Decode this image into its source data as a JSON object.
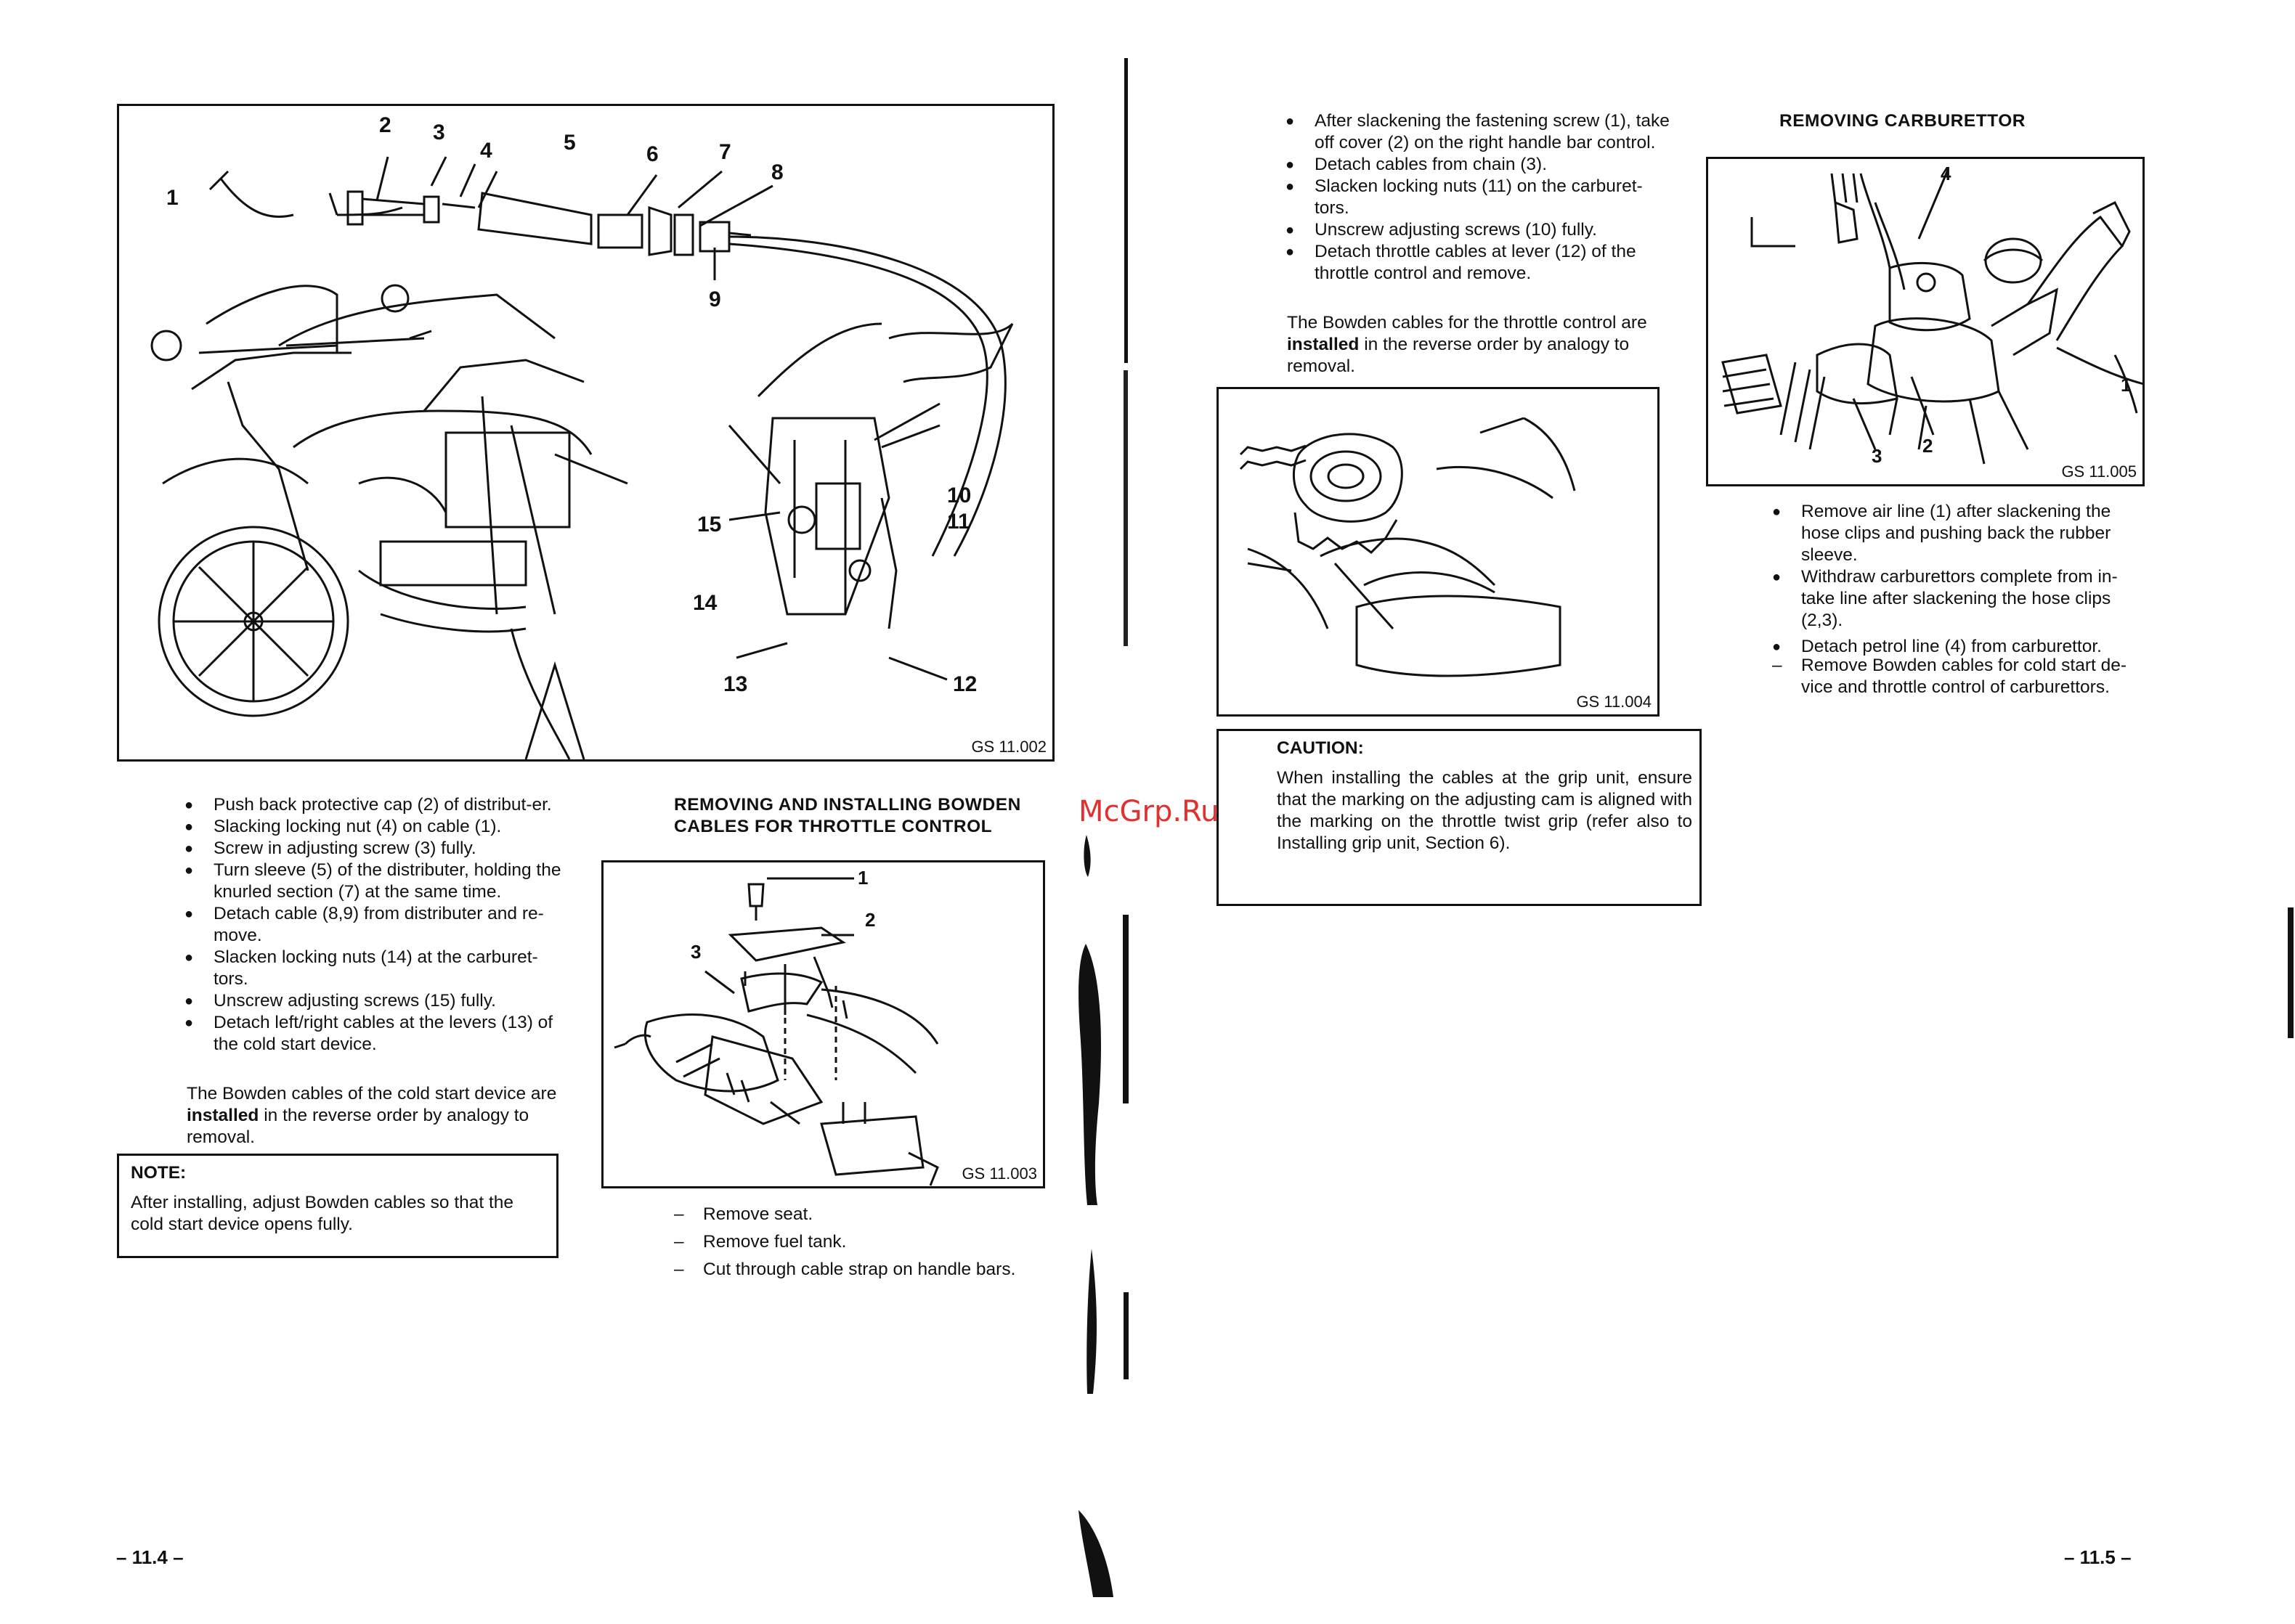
{
  "watermark": "McGrp.Ru",
  "left_page": {
    "figure_main": {
      "id": "GS 11.002",
      "callouts": [
        "1",
        "2",
        "3",
        "4",
        "5",
        "6",
        "7",
        "8",
        "9",
        "10",
        "11",
        "12",
        "13",
        "14",
        "15"
      ]
    },
    "bullets": [
      "Push back protective cap (2) of distribut-er.",
      "Slacking locking nut (4) on cable (1).",
      "Screw in adjusting screw (3) fully.",
      "Turn sleeve (5) of the distributer, holding the knurled section (7) at the same time.",
      "Detach cable (8,9) from distributer and re-move.",
      "Slacken locking nuts (14) at the carburet-tors.",
      "Unscrew adjusting screws (15) fully.",
      "Detach left/right cables at the levers (13) of the cold start device."
    ],
    "paragraph_prefix": "The Bowden cables of the cold start device are ",
    "paragraph_bold": "installed",
    "paragraph_suffix": " in the reverse order by analogy to removal.",
    "note": {
      "title": "NOTE:",
      "text": "After installing, adjust Bowden cables so that the cold start device opens fully."
    },
    "section_heading": "REMOVING AND INSTALLING BOWDEN CABLES FOR THROTTLE CONTROL",
    "figure_grip": {
      "id": "GS 11.003",
      "callouts": [
        "1",
        "2",
        "3"
      ]
    },
    "dashes": [
      "Remove seat.",
      "Remove fuel tank.",
      "Cut through cable strap on handle bars."
    ],
    "page_number": "– 11.4 –"
  },
  "right_page": {
    "bullets": [
      "After slackening the fastening screw (1), take off cover (2) on the right handle bar control.",
      "Detach cables from chain (3).",
      "Slacken locking nuts (11) on the carburet-tors.",
      "Unscrew adjusting screws (10) fully.",
      "Detach throttle cables at lever (12) of the throttle control and remove."
    ],
    "paragraph_prefix": "The Bowden cables for the throttle control are ",
    "paragraph_bold": "installed",
    "paragraph_suffix": " in the reverse order by analogy to removal.",
    "figure_cam": {
      "id": "GS 11.004"
    },
    "caution": {
      "title": "CAUTION:",
      "text": "When installing the cables at the grip unit, ensure that the marking on the adjusting cam is aligned with the marking on the throttle twist grip (refer also to Installing grip unit, Section 6)."
    },
    "section_heading": "REMOVING CARBURETTOR",
    "figure_carb": {
      "id": "GS 11.005",
      "callouts": [
        "1",
        "2",
        "3",
        "4"
      ]
    },
    "bullets2": [
      "Remove air line (1) after slackening the hose clips and pushing back the rubber sleeve.",
      "Withdraw carburettors complete from in-take line after slackening the hose clips (2,3).",
      "Detach petrol line (4) from carburettor."
    ],
    "dashes": [
      "Remove Bowden cables for cold start de-vice and throttle control of carburettors."
    ],
    "page_number": "– 11.5 –"
  }
}
